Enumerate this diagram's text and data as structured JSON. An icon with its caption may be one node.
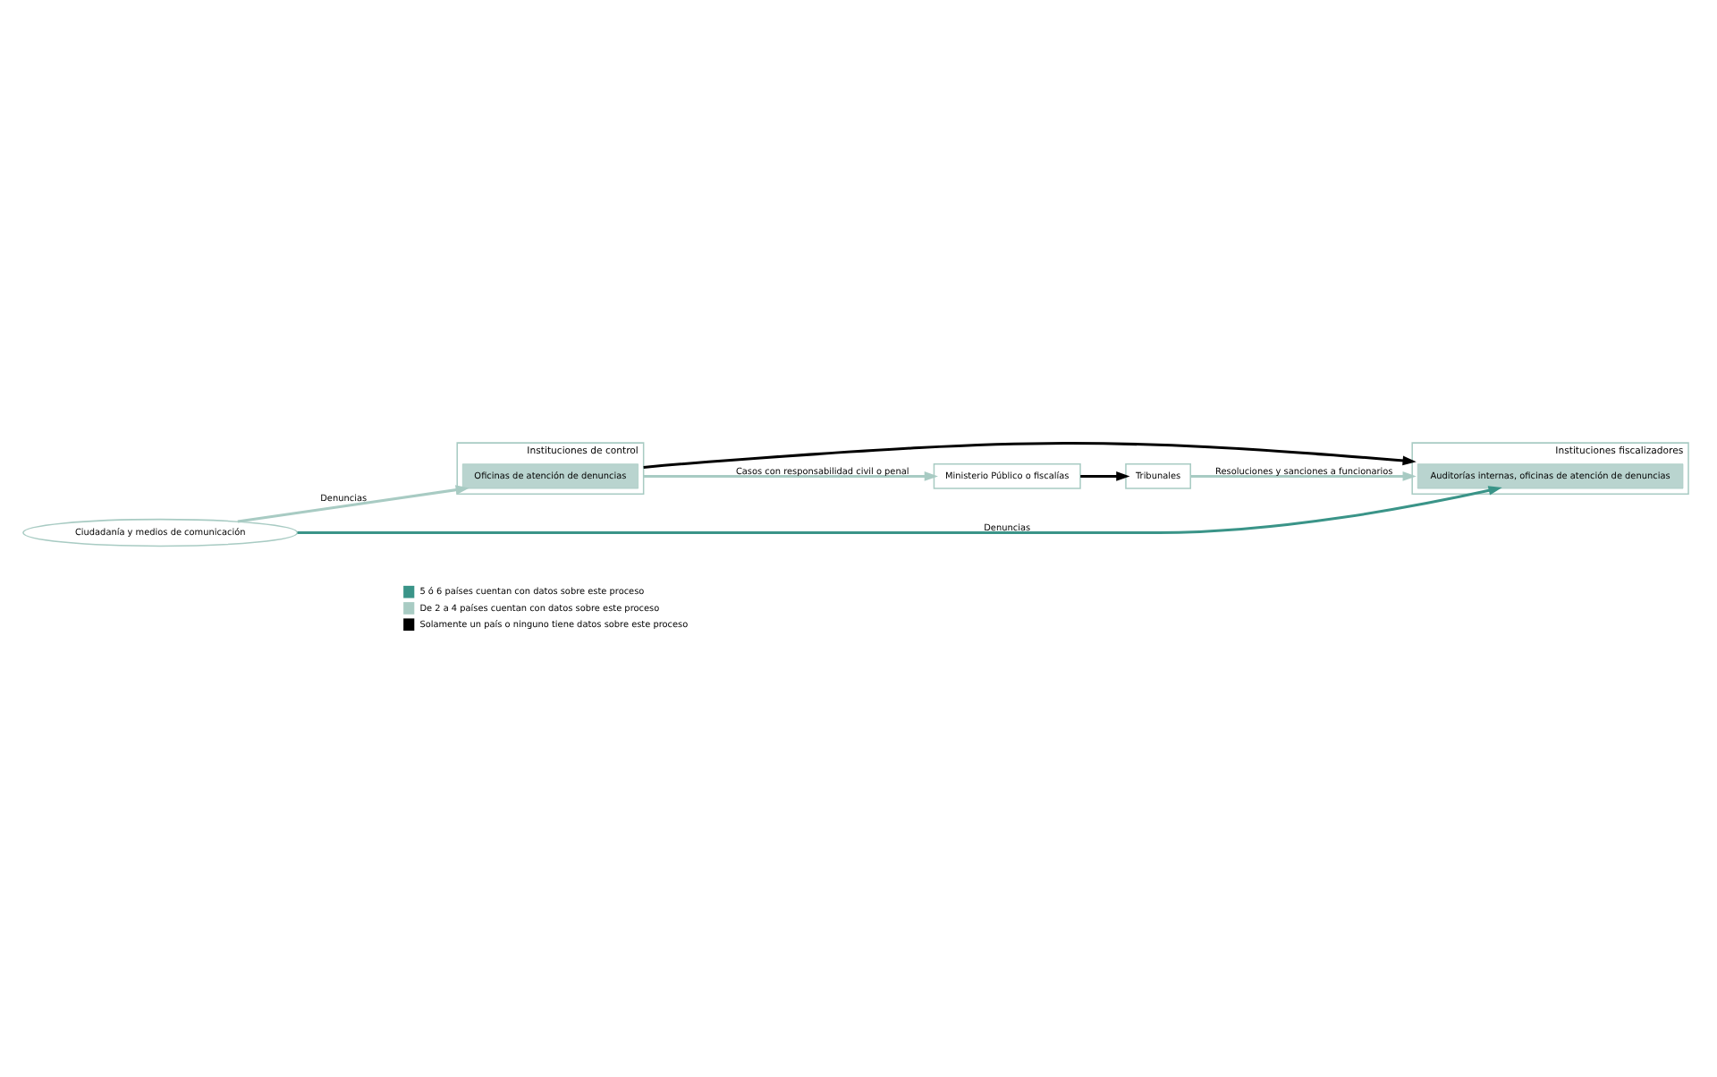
{
  "diagram": {
    "nodes": [
      {
        "text": [
          "Ciudadanía y medios de comunicación"
        ]
      },
      {
        "text": [
          "Instituciones de control"
        ]
      },
      {
        "text": [
          "Oficinas de atención de denuncias"
        ],
        "in": 1
      },
      {
        "text": [
          "Instituciones fiscalizadores"
        ]
      },
      {
        "text": [
          "Auditorías internas, oficinas de atención de denuncias"
        ],
        "in": 3
      },
      {
        "text": [
          "Ministerio Público o fiscalías"
        ]
      },
      {
        "text": [
          "Tribunales"
        ]
      }
    ],
    "edges": [
      {
        "from": 0,
        "to": 2,
        "arrow": "to",
        "label": "Denuncias",
        "color": "#a8cbc3"
      },
      {
        "from": 0,
        "to": 4,
        "arrow": "to",
        "label": "Denuncias",
        "color": "#3a9488"
      },
      {
        "from": 1,
        "to": 5,
        "arrow": "to",
        "label": "Casos con responsabilidad civil o penal",
        "color": "#a8cbc3"
      },
      {
        "from": 1,
        "to": 3,
        "arrow": "to",
        "color": "#000000"
      },
      {
        "from": 5,
        "to": 6,
        "arrow": "to",
        "color": "#000000"
      },
      {
        "from": 6,
        "to": 3,
        "arrow": "to",
        "label": "Resoluciones y sanciones a funcionarios",
        "color": "#a8cbc3"
      }
    ],
    "legend": [
      {
        "text": "5 ó 6 países cuentan con datos sobre este proceso",
        "color": "#3a9488"
      },
      {
        "text": "De 2 a 4 países cuentan con datos sobre este proceso",
        "color": "#a8cbc3"
      },
      {
        "text": "Solamente un país o ninguno tiene datos sobre este proceso",
        "color": "#000000"
      }
    ]
  }
}
